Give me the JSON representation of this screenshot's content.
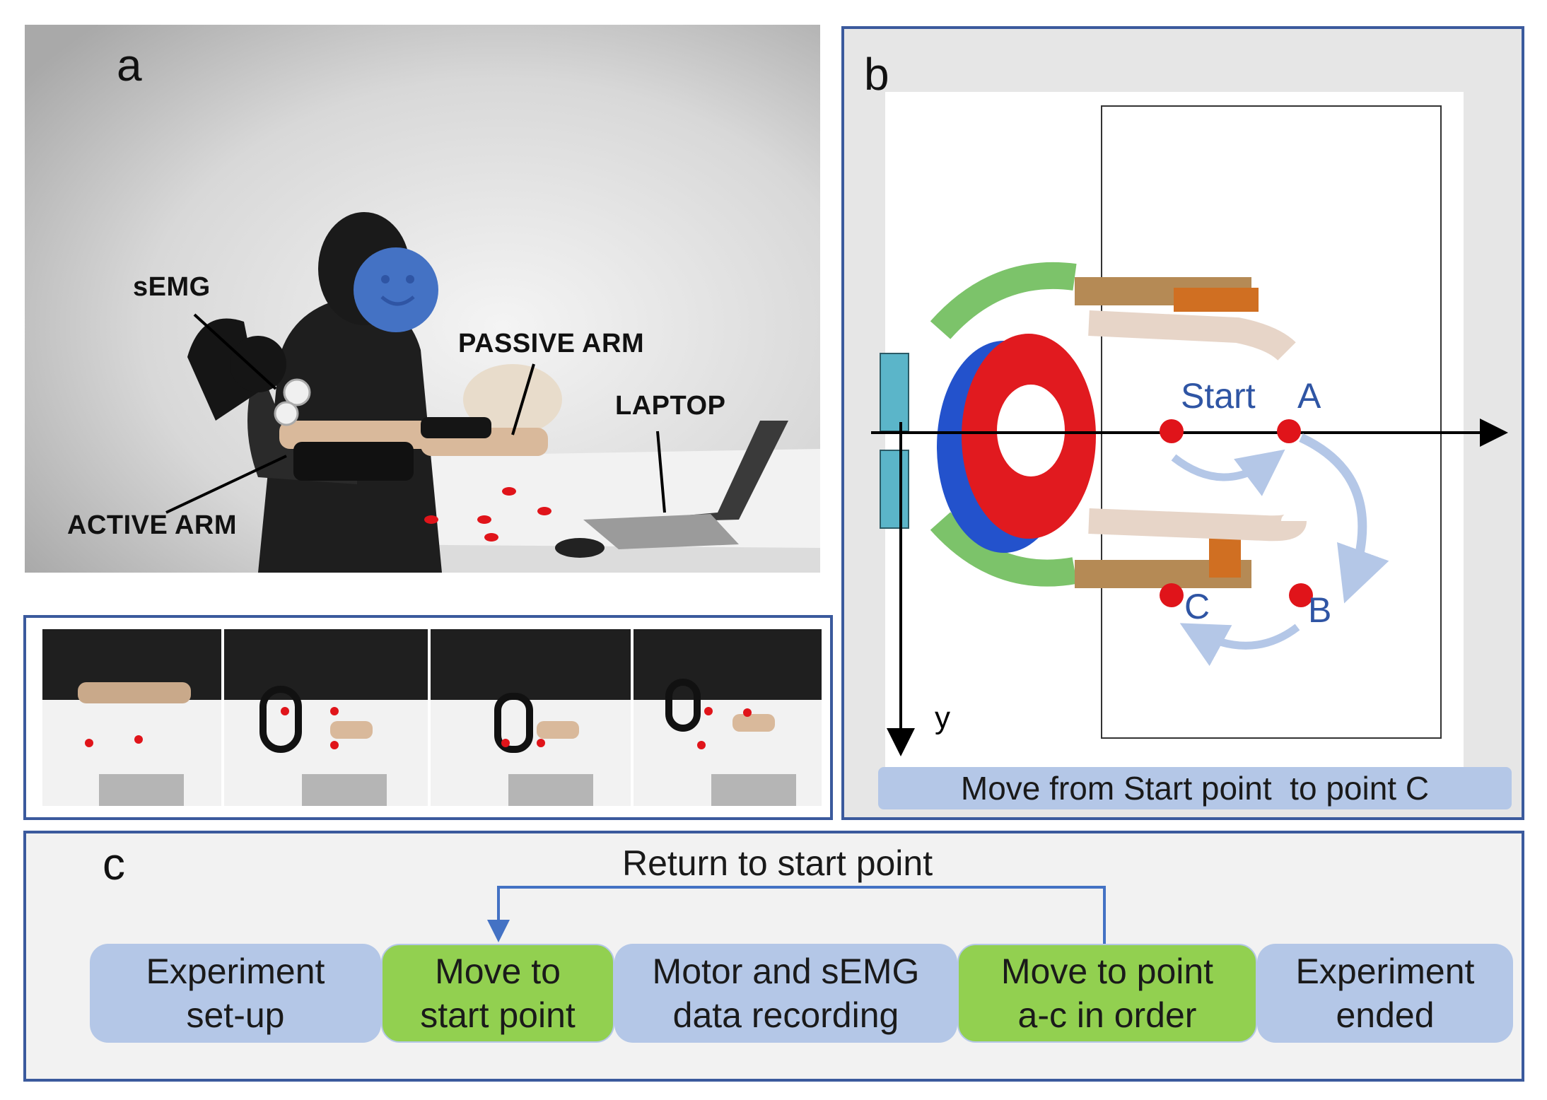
{
  "panel_a": {
    "letter": "a",
    "labels": {
      "semg": "sEMG",
      "passive_arm": "PASSIVE ARM",
      "laptop": "LAPTOP",
      "active_arm": "ACTIVE ARM"
    }
  },
  "panel_b": {
    "letter": "b",
    "points": {
      "start": "Start",
      "a": "A",
      "b": "B",
      "c": "C"
    },
    "axis_y": "y",
    "caption": "Move from Start point  to point C"
  },
  "panel_c": {
    "letter": "c",
    "return_label": "Return to start point",
    "steps": [
      "Experiment\nset-up",
      "Move to\nstart point",
      "Motor and sEMG\ndata recording",
      "Move to point\na-c in order",
      "Experiment\nended"
    ]
  },
  "colors": {
    "border": "#3b5a9d",
    "point_label": "#2f55a4",
    "target": "#e0141a",
    "flow_blue": "#b4c7e7",
    "flow_green": "#92d050",
    "arrow": "#4472c4"
  }
}
